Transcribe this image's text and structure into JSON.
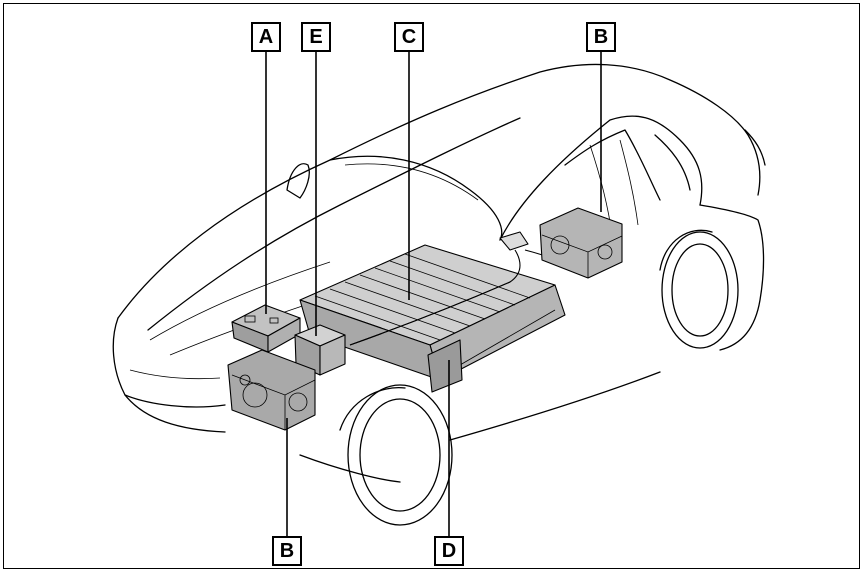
{
  "callouts": [
    {
      "id": "A",
      "label": "A"
    },
    {
      "id": "E",
      "label": "E"
    },
    {
      "id": "C",
      "label": "C"
    },
    {
      "id": "B-rear",
      "label": "B"
    },
    {
      "id": "B-front",
      "label": "B"
    },
    {
      "id": "D",
      "label": "D"
    }
  ],
  "colors": {
    "outline": "#000000",
    "component_fill": "#bdbdbd",
    "battery_fill": "#c9c9c9",
    "background": "#ffffff"
  }
}
